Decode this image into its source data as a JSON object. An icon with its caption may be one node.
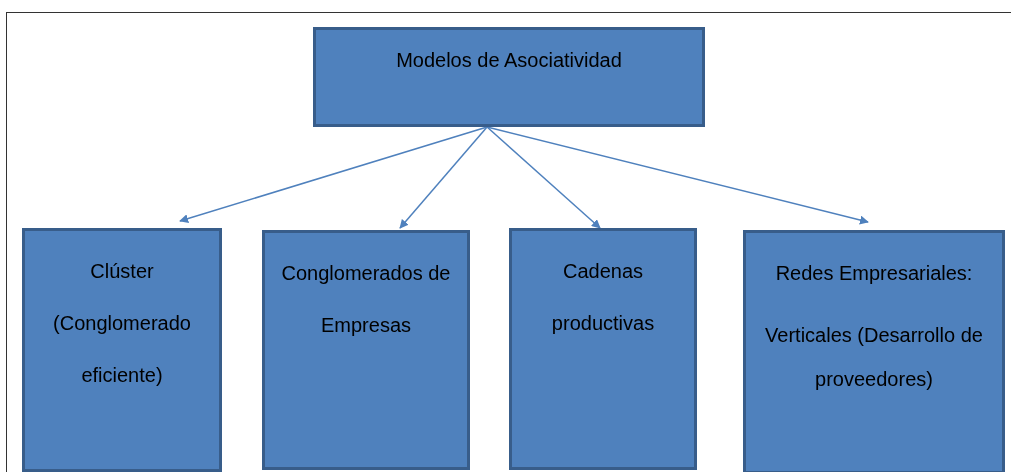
{
  "diagram": {
    "nodes": [
      {
        "text": [
          "Modelos  de Asociatividad"
        ]
      },
      {
        "text": [
          "Clúster (Conglomerado eficiente)"
        ]
      },
      {
        "text": [
          "Conglomerados de Empresas"
        ]
      },
      {
        "text": [
          "Cadenas productivas"
        ]
      },
      {
        "text": [
          "Redes Empresariales:",
          "Verticales (Desarrollo de proveedores)"
        ]
      }
    ],
    "edges": [
      {
        "from": 0,
        "to": 1,
        "arrow": "to"
      },
      {
        "from": 0,
        "to": 2,
        "arrow": "to"
      },
      {
        "from": 0,
        "to": 3,
        "arrow": "to"
      },
      {
        "from": 0,
        "to": 4,
        "arrow": "to"
      }
    ]
  }
}
